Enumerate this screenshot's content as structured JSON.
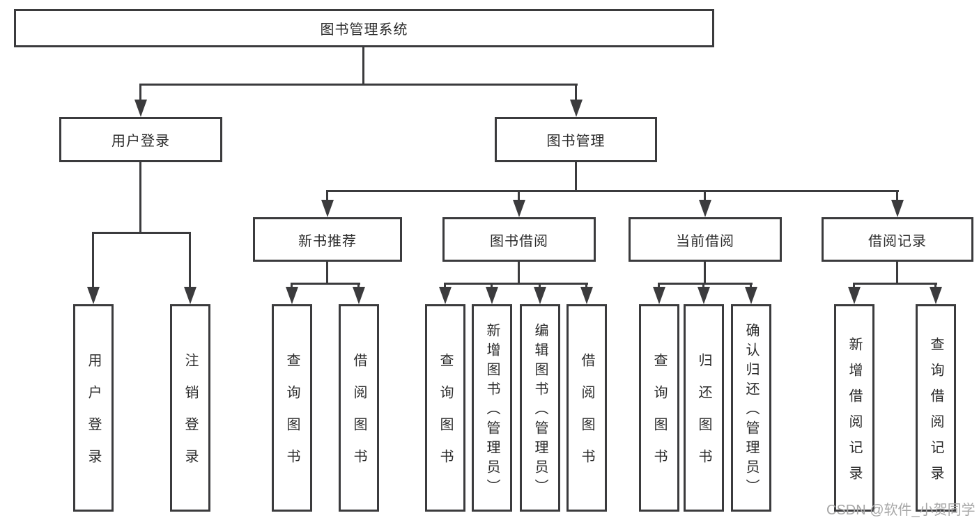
{
  "diagram": {
    "root": {
      "label": "图书管理系统"
    },
    "level2": [
      {
        "id": "user-login",
        "label": "用户登录"
      },
      {
        "id": "book-management",
        "label": "图书管理"
      }
    ],
    "level3": [
      {
        "id": "new-book-recommend",
        "label": "新书推荐"
      },
      {
        "id": "book-borrow",
        "label": "图书借阅"
      },
      {
        "id": "current-borrow",
        "label": "当前借阅"
      },
      {
        "id": "borrow-records",
        "label": "借阅记录"
      }
    ],
    "leaves": [
      {
        "id": "user-login",
        "label": "用户登录"
      },
      {
        "id": "logout",
        "label": "注销登录"
      },
      {
        "id": "query-books-recommend",
        "label": "查询图书"
      },
      {
        "id": "borrow-books-recommend",
        "label": "借阅图书"
      },
      {
        "id": "query-books-borrow",
        "label": "查询图书"
      },
      {
        "id": "add-books-admin",
        "label": "新增图书（管理员）"
      },
      {
        "id": "edit-books-admin",
        "label": "编辑图书（管理员）"
      },
      {
        "id": "borrow-books",
        "label": "借阅图书"
      },
      {
        "id": "query-books-current",
        "label": "查询图书"
      },
      {
        "id": "return-books",
        "label": "归还图书"
      },
      {
        "id": "confirm-return-admin",
        "label": "确认归还（管理员）"
      },
      {
        "id": "add-borrow-record",
        "label": "新增借阅记录"
      },
      {
        "id": "query-borrow-record",
        "label": "查询借阅记录"
      }
    ]
  },
  "watermark": {
    "text": "CSDN @软件_小贺同学"
  },
  "colors": {
    "line": "#3b3b3d",
    "text": "#2b2b2b",
    "watermark": "#a6a6a6",
    "background": "#ffffff"
  }
}
